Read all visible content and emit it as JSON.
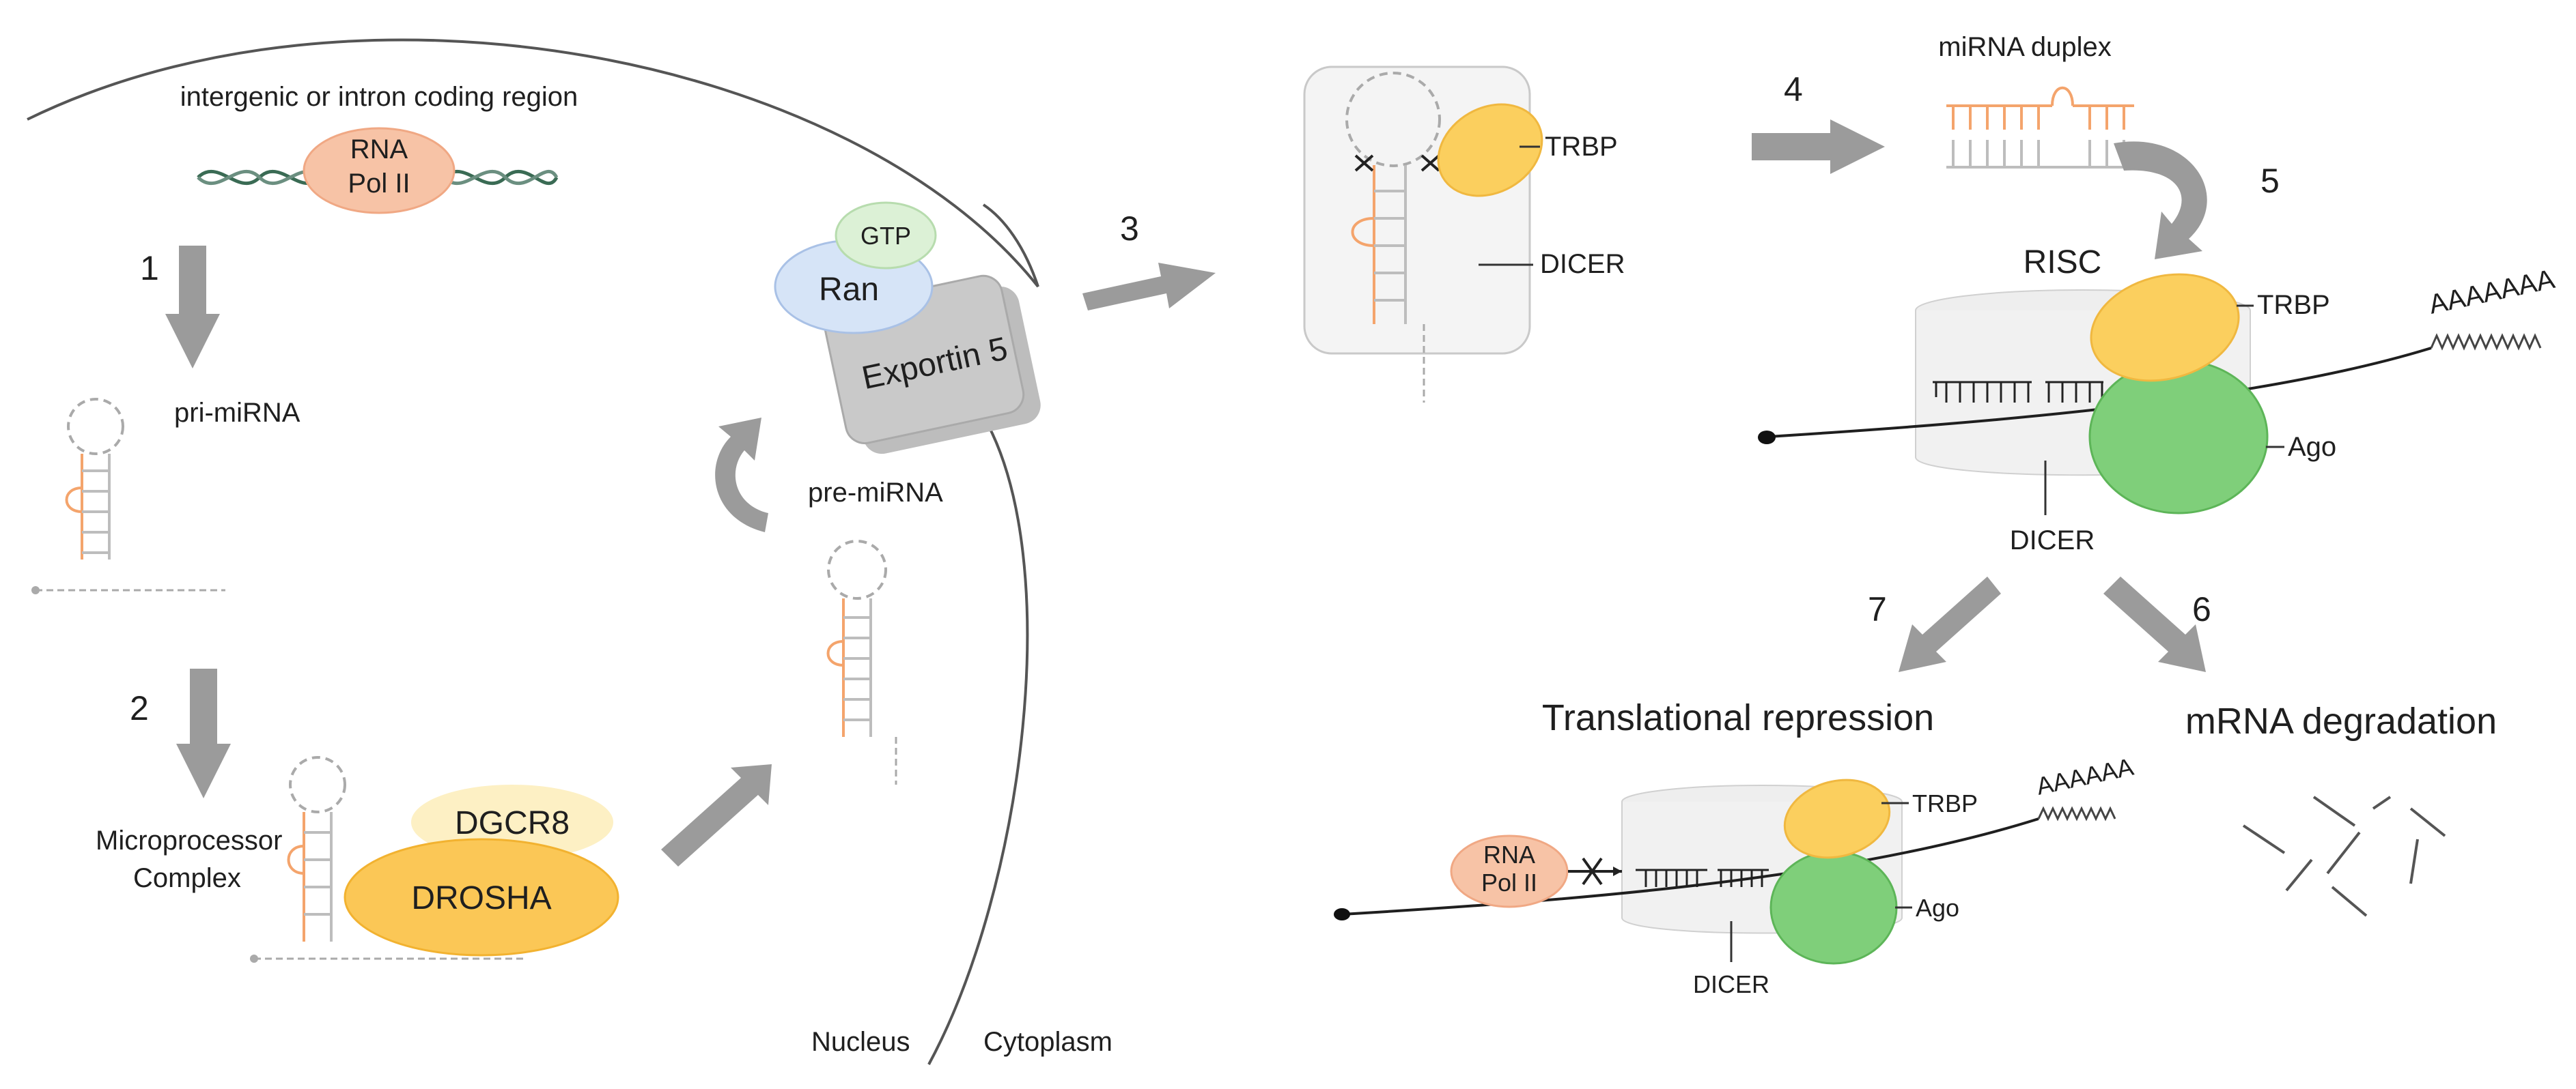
{
  "labels": {
    "coding_region": "intergenic or intron coding region",
    "rna_pol": "RNA",
    "rna_pol2": "Pol II",
    "pri_mirna": "pri-miRNA",
    "microprocessor1": "Microprocessor",
    "microprocessor2": "Complex",
    "dgcr8": "DGCR8",
    "drosha": "DROSHA",
    "gtp": "GTP",
    "ran": "Ran",
    "exportin": "Exportin 5",
    "pre_mirna": "pre-miRNA",
    "nucleus": "Nucleus",
    "cytoplasm": "Cytoplasm",
    "trbp": "TRBP",
    "dicer": "DICER",
    "mirna_duplex": "miRNA duplex",
    "risc": "RISC",
    "ago": "Ago",
    "polya": "AAAAAAA",
    "polya_small": "AAAAAA",
    "translational_repression": "Translational repression",
    "mrna_degradation": "mRNA degradation"
  },
  "steps": [
    "1",
    "2",
    "3",
    "4",
    "5",
    "6",
    "7"
  ],
  "colors": {
    "rna_pol": "#f7c3a6",
    "dgcr8": "#fdf0c4",
    "drosha": "#fbc756",
    "gtp": "#dcf1d6",
    "ran": "#d6e4f7",
    "exportin": "#c9c9c9",
    "trbp": "#fbcf5e",
    "ago": "#7fcf7a",
    "rna_orange": "#f4a46c",
    "arrow": "#9b9b9b"
  }
}
